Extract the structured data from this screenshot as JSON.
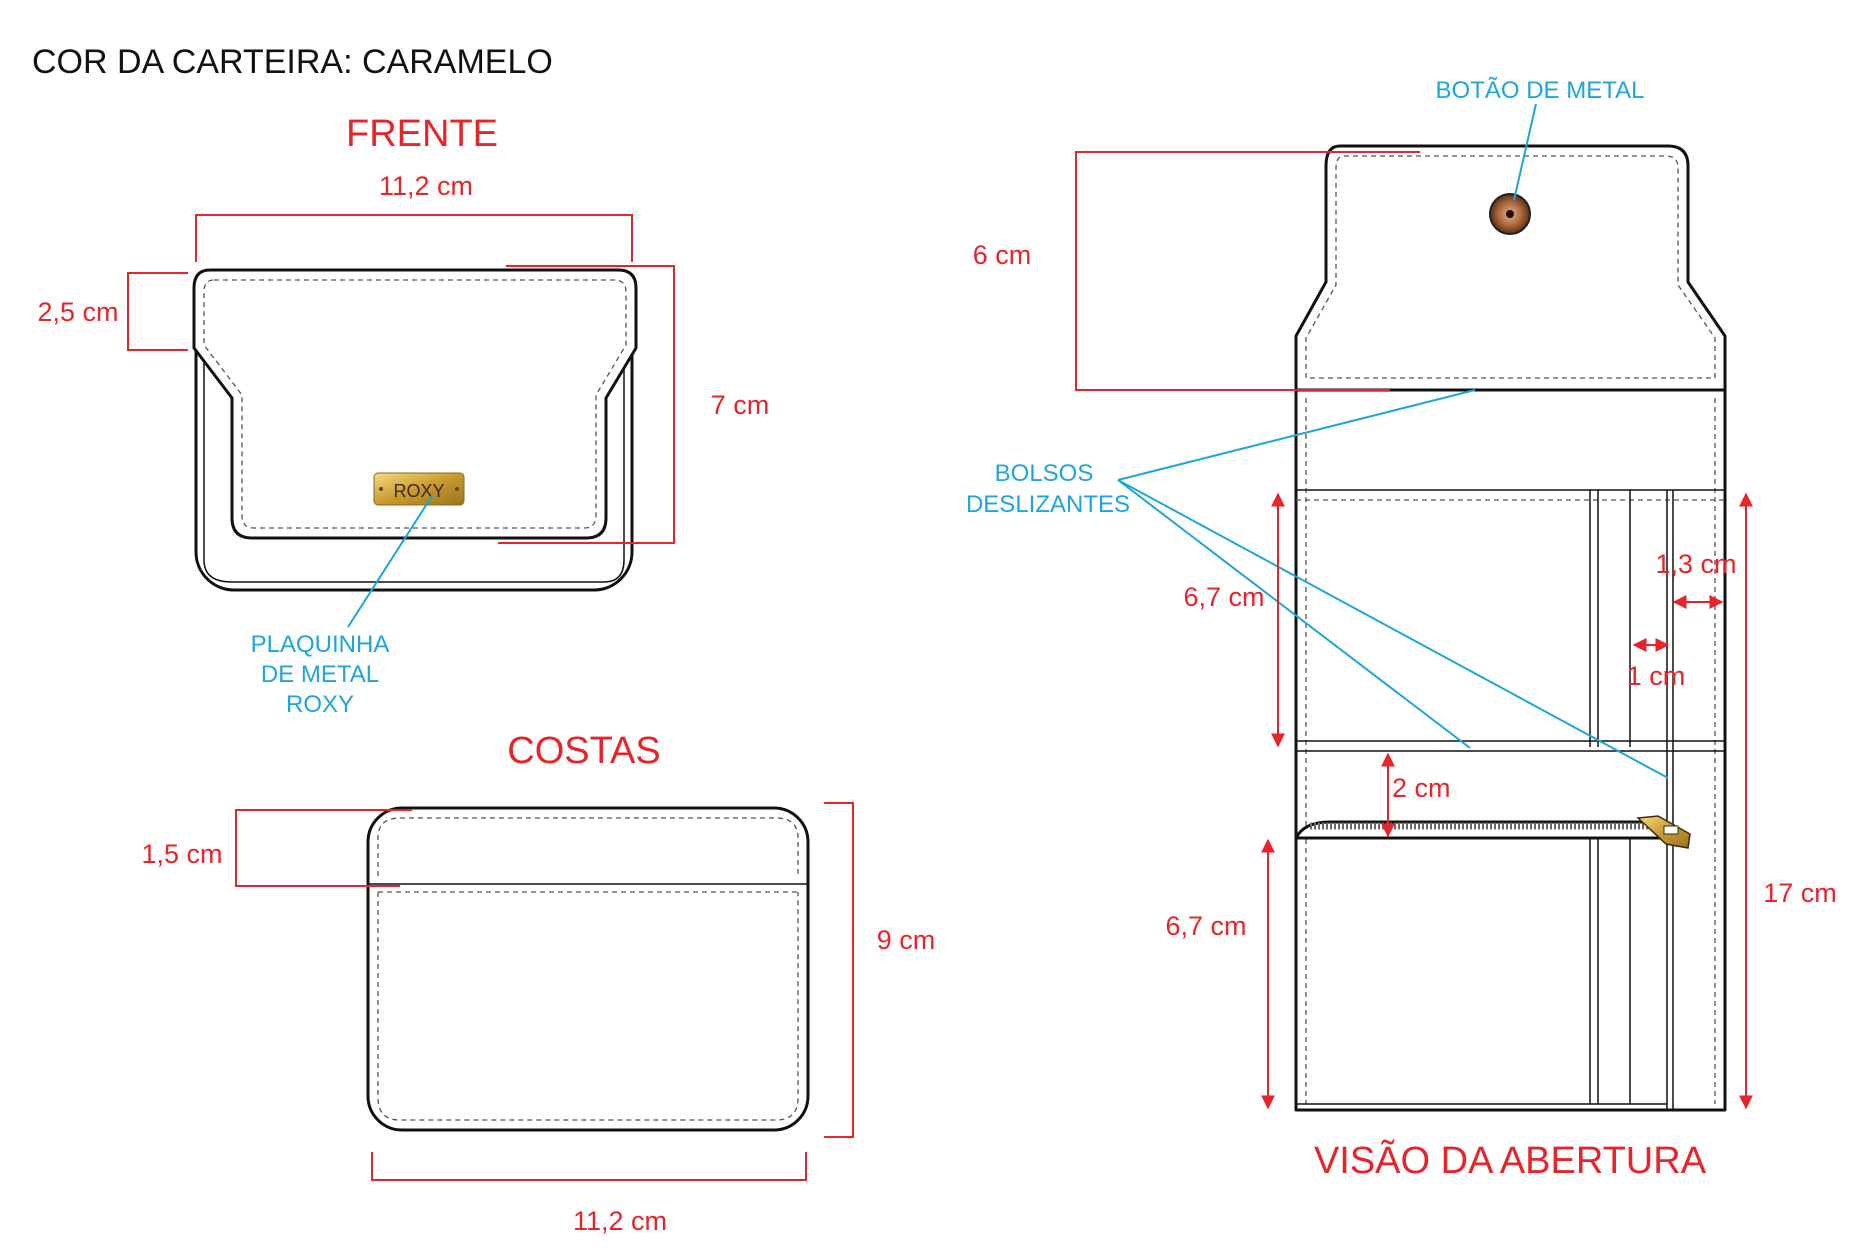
{
  "header": {
    "wallet_color": "COR DA CARTEIRA: CARAMELO"
  },
  "colors": {
    "dimension": "#e8232a",
    "annotation": "#1ea5dc",
    "outline": "#111111",
    "plate": "#d4a93a",
    "button": "#9c6040",
    "zipper": "#8a7a50"
  },
  "front": {
    "title": "FRENTE",
    "width": "11,2  cm",
    "flap_height": "2,5  cm",
    "height": "7  cm",
    "plate_text": "ROXY",
    "plate_label": [
      "PLAQUINHA",
      "DE METAL",
      "ROXY"
    ]
  },
  "back": {
    "title": "COSTAS",
    "top_band": "1,5  cm",
    "height": "9  cm",
    "width": "11,2  cm"
  },
  "open_view": {
    "title": "VISÃO DA ABERTURA",
    "button_label": "BOTÃO DE METAL",
    "flap_height": "6  cm",
    "pockets_label": [
      "BOLSOS",
      "DESLIZANTES"
    ],
    "upper_section": "6,7  cm",
    "lower_section": "6,7  cm",
    "gap": "2 cm",
    "slot_outer": "1,3  cm",
    "slot_inner": "1  cm",
    "total_height": "17  cm"
  },
  "icons": {
    "plate": "metal-plate-icon",
    "button": "metal-button-icon",
    "zipper": "zipper-icon",
    "zipper_pull": "zipper-pull-icon"
  }
}
